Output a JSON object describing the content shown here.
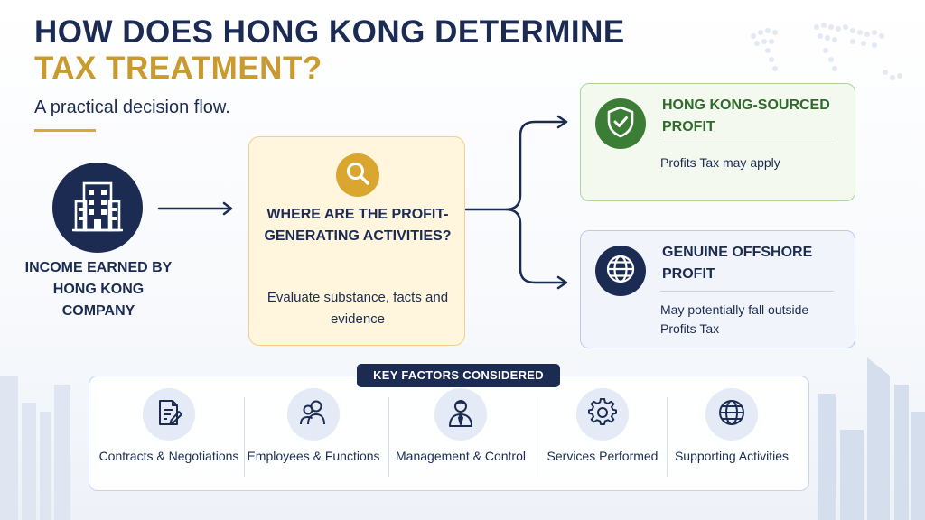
{
  "header": {
    "title_line1": "HOW DOES HONG KONG DETERMINE",
    "title_line2": "TAX TREATMENT?",
    "subtitle": "A practical decision flow."
  },
  "source": {
    "icon": "office-building-icon",
    "label": "INCOME EARNED BY HONG KONG COMPANY"
  },
  "decision": {
    "icon": "magnifier-icon",
    "question": "WHERE ARE THE PROFIT-GENERATING ACTIVITIES?",
    "description": "Evaluate substance, facts and evidence"
  },
  "outcomes": [
    {
      "icon": "shield-check-icon",
      "title": "HONG KONG-SOURCED PROFIT",
      "description": "Profits Tax may apply",
      "color": "#3b7d34"
    },
    {
      "icon": "globe-icon",
      "title": "GENUINE OFFSHORE PROFIT",
      "description": "May potentially fall outside Profits Tax",
      "color": "#1b2b52"
    }
  ],
  "factors": {
    "heading": "KEY FACTORS CONSIDERED",
    "items": [
      {
        "icon": "contract-pen-icon",
        "label": "Contracts & Negotiations"
      },
      {
        "icon": "people-icon",
        "label": "Employees & Functions"
      },
      {
        "icon": "manager-icon",
        "label": "Management & Control"
      },
      {
        "icon": "gear-icon",
        "label": "Services Performed"
      },
      {
        "icon": "globe-icon",
        "label": "Supporting Activities"
      }
    ]
  },
  "colors": {
    "navy": "#1b2b52",
    "gold": "#d9a630",
    "green": "#3b7d34",
    "center_fill": "#fff6dd",
    "green_fill": "#f3f9ef",
    "blue_fill": "#f1f4fb"
  }
}
